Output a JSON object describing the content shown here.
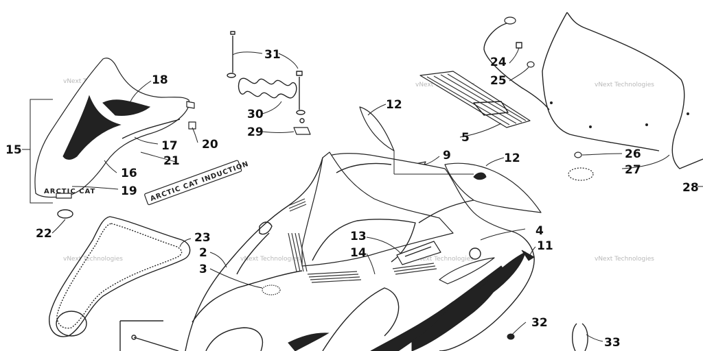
{
  "callouts": {
    "c2": "2",
    "c3": "3",
    "c4": "4",
    "c5": "5",
    "c9": "9",
    "c11": "11",
    "c12a": "12",
    "c12b": "12",
    "c13": "13",
    "c14": "14",
    "c15": "15",
    "c16": "16",
    "c17": "17",
    "c18": "18",
    "c19": "19",
    "c20": "20",
    "c21": "21",
    "c22": "22",
    "c23": "23",
    "c24": "24",
    "c25": "25",
    "c26": "26",
    "c27": "27",
    "c28": "28",
    "c29": "29",
    "c30": "30",
    "c31": "31",
    "c32": "32",
    "c33": "33"
  },
  "decals": {
    "hood_side": "ARCTIC CAT INDUCTION",
    "windshield_badge": "ARCTIC CAT"
  },
  "watermark": "vNext Technologies",
  "colors": {
    "line": "#222222",
    "watermark": "#b8b8b8",
    "background": "#ffffff"
  }
}
